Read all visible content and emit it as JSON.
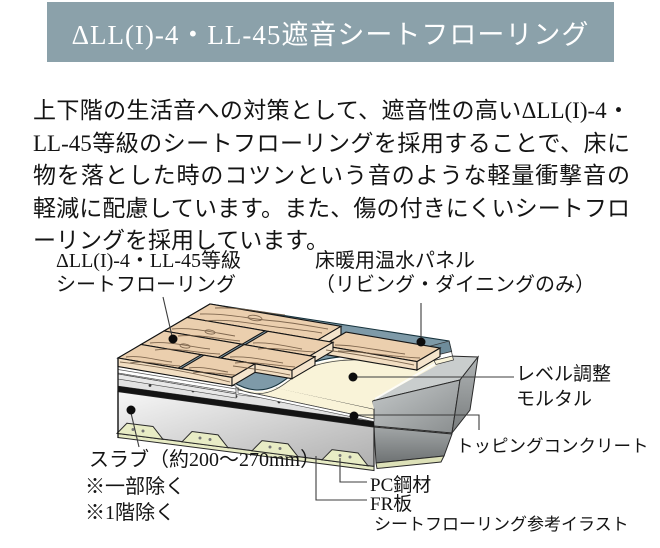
{
  "header": {
    "title": "ΔLL(I)-4・LL-45遮音シートフローリング",
    "bg_color": "#8BA1AA",
    "text_color": "#ffffff"
  },
  "body": {
    "paragraph": "上下階の生活音への対策として、遮音性の高いΔLL(I)-4・LL-45等級のシートフローリングを採用することで、床に物を落とした時のコツンという音のような軽量衝撃音の軽減に配慮しています。また、傷の付きにくいシートフローリングを採用しています。"
  },
  "figure": {
    "labels": {
      "flooring": {
        "line1": "ΔLL(I)-4・LL-45等級",
        "line2": "シートフローリング"
      },
      "panel": {
        "line1": "床暖用温水パネル",
        "line2": "（リビング・ダイニングのみ）"
      },
      "mortar": {
        "line1": "レベル調整",
        "line2": "モルタル"
      },
      "topping": {
        "label": "トッピングコンクリート"
      },
      "slab": {
        "line1": "スラブ（約200〜270mm）",
        "line2": "※一部除く",
        "line3": "※1階除く"
      },
      "pc": {
        "label": "PC鋼材"
      },
      "fr": {
        "label": "FR板"
      },
      "caption": "シートフローリング参考イラスト"
    },
    "colors": {
      "wood": "#EBCFAE",
      "wood_edge": "#F4E4CC",
      "panel_blue": "#7E9AA8",
      "mortar_cream": "#F9F3D8",
      "topping_gray": "#C9CDCD",
      "slab_gray": "#D9D9D9",
      "fr_board": "#E8ECC5",
      "black_layer": "#141414"
    }
  }
}
